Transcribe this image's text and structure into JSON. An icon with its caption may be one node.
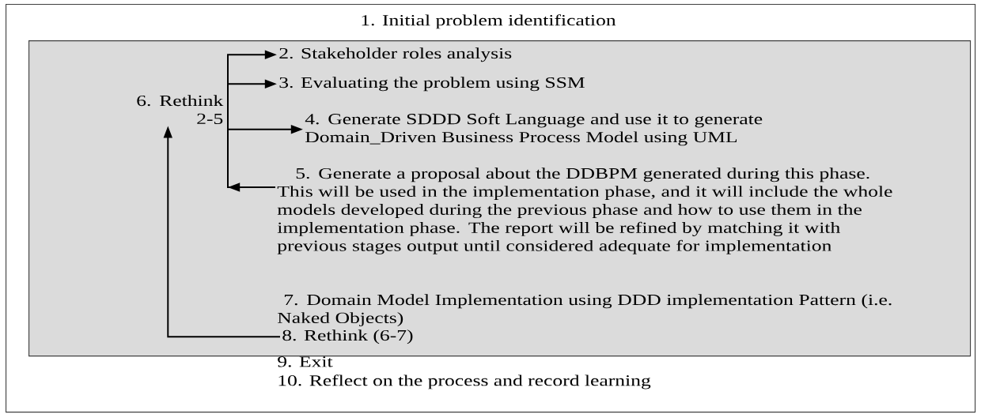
{
  "diagram": {
    "nodes": [
      {
        "text": [],
        "shape": "box"
      },
      {
        "text": [
          "1.    Initial problem identification"
        ],
        "in": 0
      },
      {
        "text": [],
        "shape": "box",
        "in": 0
      },
      {
        "text": [
          "2.  Stakeholder roles analysis"
        ],
        "in": 2
      },
      {
        "text": [
          "3.  Evaluating the problem using SSM"
        ],
        "in": 2
      },
      {
        "text": [
          "6. Rethink 2-5"
        ],
        "in": 2
      },
      {
        "text": [
          "4.   Generate SDDD Soft Language and use it to generate Domain_Driven Business Process Model using UML"
        ],
        "in": 2
      },
      {
        "text": [
          "5. Generate a proposal about the DDBPM generated during this phase. This will be used in the implementation phase, and it will include the whole models developed during the previous phase and how to use them in the implementation phase. The report will be refined by matching it with previous stages output until considered adequate for implementation"
        ],
        "in": 2
      },
      {
        "text": [
          "7. Domain Model Implementation using DDD implementation Pattern (i.e. Naked Objects)"
        ],
        "in": 2
      },
      {
        "text": [
          "8. Rethink (6-7)"
        ],
        "in": 2
      },
      {
        "text": [
          "9. Exit"
        ],
        "in": 0
      },
      {
        "text": [
          "10. Reflect on the process and record learning"
        ],
        "in": 0
      }
    ],
    "edges": [
      {
        "from": 7,
        "to": 3,
        "arrow": "to"
      },
      {
        "from": 7,
        "to": 4,
        "arrow": "to"
      },
      {
        "from": 7,
        "to": 6,
        "arrow": "to"
      },
      {
        "from": 9,
        "to": 5,
        "arrow": "to"
      }
    ]
  }
}
